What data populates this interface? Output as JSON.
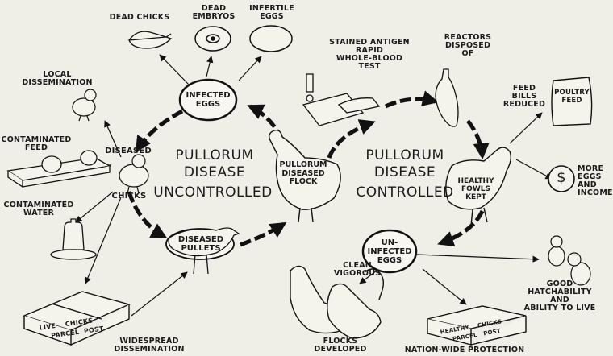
{
  "left": {
    "title_line1": "PULLORUM",
    "title_line2": "DISEASE",
    "title_line3": "UNCONTROLLED"
  },
  "right": {
    "title_line1": "PULLORUM",
    "title_line2": "DISEASE",
    "title_line3": "CONTROLLED"
  },
  "nodes": {
    "infected_eggs": "INFECTED\nEGGS",
    "diseased_chicks_top": "DISEASED",
    "diseased_chicks_bottom": "CHICKS",
    "diseased_pullets": "DISEASED\nPULLETS",
    "diseased_flock": "PULLORUM\nDISEASED\nFLOCK",
    "healthy_fowls": "HEALTHY\nFOWLS\nKEPT",
    "uninfected_eggs": "UN-\nINFECTED\nEGGS"
  },
  "labels": {
    "dead_chicks": "DEAD CHICKS",
    "dead_embryos": "DEAD\nEMBRYOS",
    "infertile_eggs": "INFERTILE\nEGGS",
    "local_dissemination": "LOCAL\nDISSEMINATION",
    "contaminated_feed": "CONTAMINATED\nFEED",
    "contaminated_water": "CONTAMINATED\nWATER",
    "widespread_dissemination": "WIDESPREAD\nDISSEMINATION",
    "stained_antigen": "STAINED ANTIGEN\nRAPID\nWHOLE-BLOOD\nTEST",
    "reactors_disposed": "REACTORS\nDISPOSED\nOF",
    "feed_bills_reduced": "FEED\nBILLS\nREDUCED",
    "more_eggs": "MORE\nEGGS\nAND\nINCOME",
    "clean_vigorous": "CLEAN\nVIGOROUS",
    "good_hatchability": "GOOD\nHATCHABILITY\nAND\nABILITY TO LIVE",
    "flocks_developed": "FLOCKS\nDEVELOPED",
    "nationwide_protection": "NATION-WIDE PROTECTION"
  },
  "boxes": {
    "parcel_left_line1": "LIVE    CHICKS",
    "parcel_left_line2": "PARCEL  POST",
    "parcel_right_line1": "HEALTHY    CHICKS",
    "parcel_right_line2": "PARCEL   POST",
    "feed_bag": "POULTRY\nFEED",
    "dollar_sign": "$"
  }
}
